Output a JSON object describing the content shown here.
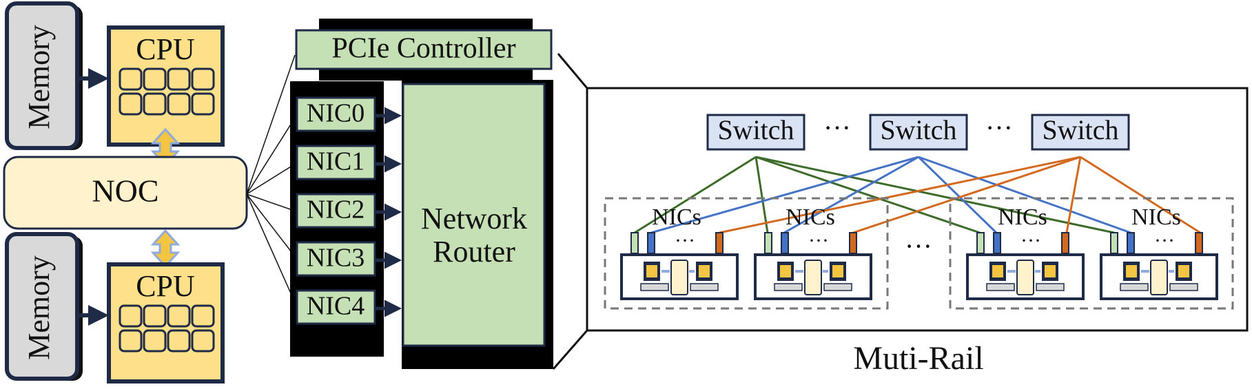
{
  "left": {
    "memory_label": "Memory",
    "cpu_label": "CPU",
    "noc_label": "NOC"
  },
  "middle": {
    "pcie_label": "PCIe Controller",
    "nics": [
      "NIC0",
      "NIC1",
      "NIC2",
      "NIC3",
      "NIC4"
    ],
    "router_label_line1": "Network",
    "router_label_line2": "Router"
  },
  "right": {
    "switch_label": "Switch",
    "ellipsis": "···",
    "nics_label": "NICs",
    "caption": "Muti-Rail"
  },
  "colors": {
    "navy": "#1f2b46",
    "cpu_fill": "#ffe08a",
    "memory_fill": "#d9d9d9",
    "noc_fill": "#fff2cc",
    "green_fill": "#c5e0b4",
    "switch_fill": "#dae3f3",
    "rail_green": "#3d6b2a",
    "rail_blue": "#4472c4",
    "rail_orange": "#d2691e",
    "arrow_yellow": "#f4c542",
    "arrow_blue": "#8faadc"
  }
}
